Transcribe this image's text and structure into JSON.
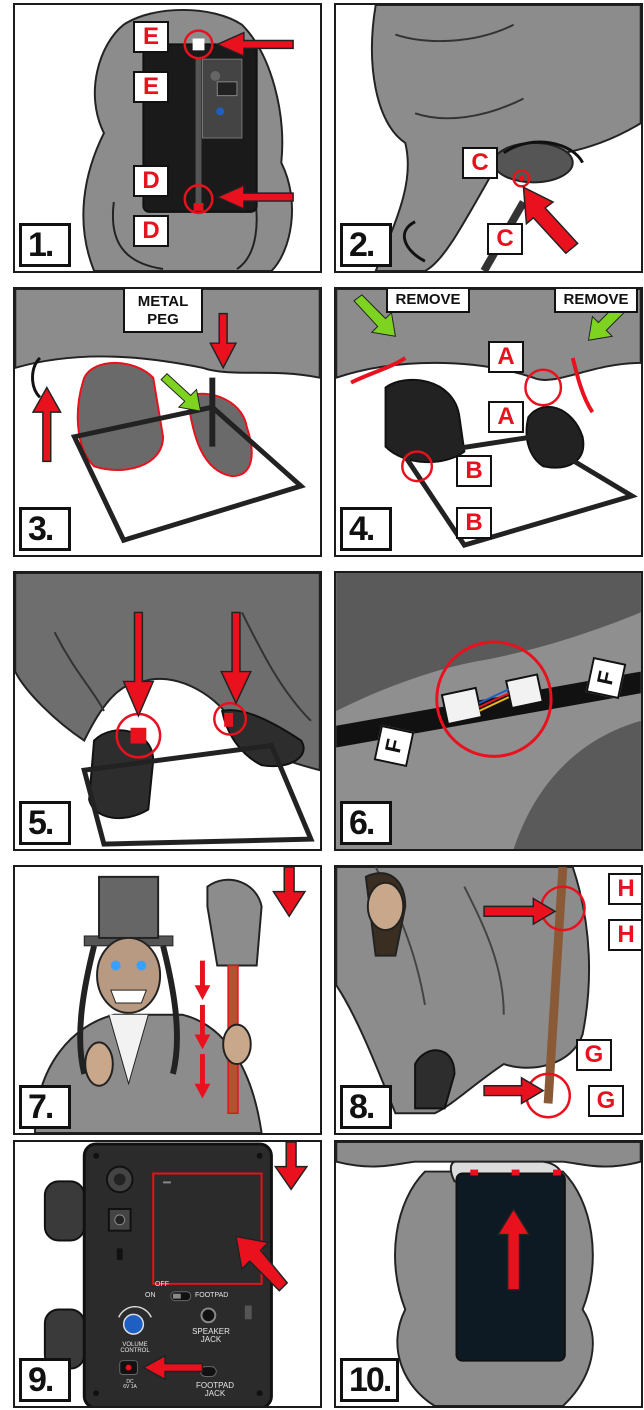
{
  "steps": [
    "1.",
    "2.",
    "3.",
    "4.",
    "5.",
    "6.",
    "7.",
    "8.",
    "9.",
    "10."
  ],
  "labels": {
    "e": "E",
    "d": "D",
    "c": "C",
    "metal_peg": "METAL\nPEG",
    "remove": "REMOVE",
    "a": "A",
    "b": "B",
    "f": "F",
    "h": "H",
    "g": "G"
  },
  "control_panel": {
    "off": "OFF",
    "on": "ON",
    "footpad_switch": "FOOTPAD",
    "volume": "VOLUME\nCONTROL",
    "speaker_jack": "SPEAKER\nJACK",
    "dc": "DC\n6V 1A",
    "footpad_jack": "FOOTPAD\nJACK"
  },
  "colors": {
    "accent_red": "#e8111d",
    "accent_green": "#7ed321",
    "cloth_gray": "#8c8c8c",
    "dark_gray": "#3a3a3a",
    "panel_black": "#2b2b2b",
    "knob_blue": "#1f5fc4"
  }
}
